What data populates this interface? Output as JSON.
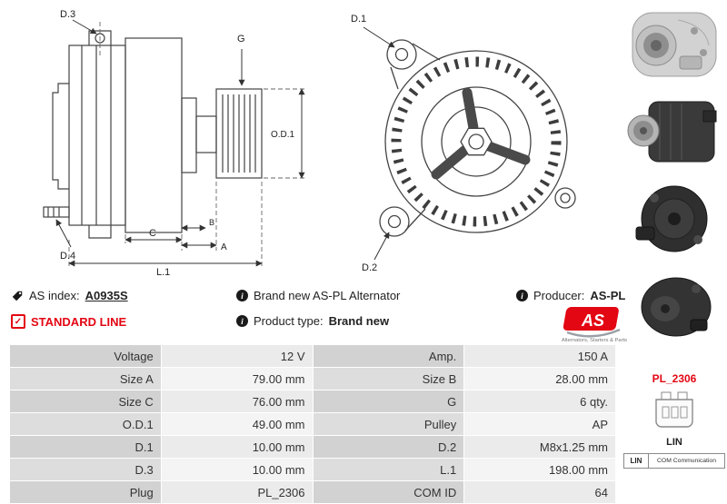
{
  "info": {
    "as_index_label": "AS index:",
    "as_index_value": "A0935S",
    "standard_line_label": "STANDARD LINE",
    "brand_new_text": "Brand new AS-PL Alternator",
    "product_type_label": "Product type:",
    "product_type_value": "Brand new",
    "producer_label": "Producer:",
    "producer_value": "AS-PL"
  },
  "icons": {
    "info_glyph": "i",
    "check_glyph": "✓"
  },
  "logo": {
    "text": "AS",
    "tagline": "Alternators, Starters & Parts"
  },
  "diagrams": {
    "side": {
      "d3": "D.3",
      "g": "G",
      "od1": "O.D.1",
      "d4": "D.4",
      "c": "C",
      "b": "B",
      "a": "A",
      "l1": "L.1"
    },
    "front": {
      "d1": "D.1",
      "d2": "D.2"
    }
  },
  "side_panel": {
    "plug_code": "PL_2306",
    "connector_name": "LIN",
    "com_short": "LIN",
    "com_long": "COM Communication"
  },
  "table": {
    "rows": [
      {
        "label1": "Voltage",
        "value1": "12 V",
        "label2": "Amp.",
        "value2": "150 A"
      },
      {
        "label1": "Size A",
        "value1": "79.00 mm",
        "label2": "Size B",
        "value2": "28.00 mm"
      },
      {
        "label1": "Size C",
        "value1": "76.00 mm",
        "label2": "G",
        "value2": "6 qty."
      },
      {
        "label1": "O.D.1",
        "value1": "49.00 mm",
        "label2": "Pulley",
        "value2": "AP"
      },
      {
        "label1": "D.1",
        "value1": "10.00 mm",
        "label2": "D.2",
        "value2": "M8x1.25 mm"
      },
      {
        "label1": "D.3",
        "value1": "10.00 mm",
        "label2": "L.1",
        "value2": "198.00 mm"
      },
      {
        "label1": "Plug",
        "value1": "PL_2306",
        "label2": "COM ID",
        "value2": "64"
      }
    ]
  },
  "colors": {
    "accent_red": "#e30613",
    "label_cell": "#d2d2d2",
    "value_cell": "#ebebeb"
  }
}
